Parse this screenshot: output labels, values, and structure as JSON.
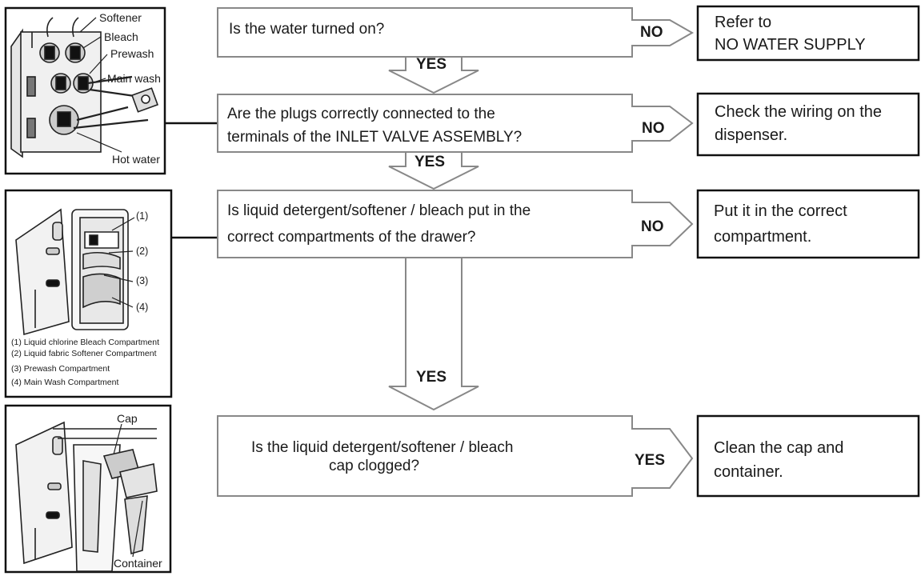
{
  "illustrations": {
    "valves": {
      "callouts": [
        "Softener",
        "Bleach",
        "Prewash",
        "Main wash",
        "Hot water"
      ]
    },
    "drawer": {
      "numbers": [
        "(1)",
        "(2)",
        "(3)",
        "(4)"
      ],
      "legend": [
        "(1) Liquid chlorine Bleach Compartment",
        "(2) Liquid fabric Softener Compartment",
        "(3) Prewash Compartment",
        "(4) Main Wash Compartment"
      ]
    },
    "cap": {
      "callouts": [
        "Cap",
        "Container"
      ]
    }
  },
  "steps": [
    {
      "question": [
        "Is the water turned on?"
      ],
      "branch": "NO",
      "result": [
        "Refer to",
        "NO WATER SUPPLY"
      ],
      "next": "YES"
    },
    {
      "question": [
        "Are the plugs correctly connected to the",
        "terminals of the INLET VALVE ASSEMBLY?"
      ],
      "branch": "NO",
      "result": [
        "Check the wiring on the",
        "dispenser."
      ],
      "next": "YES"
    },
    {
      "question": [
        "Is liquid detergent/softener / bleach put in the",
        "correct compartments of the drawer?"
      ],
      "branch": "NO",
      "result": [
        "Put it in the correct",
        "compartment."
      ],
      "next": "YES"
    },
    {
      "question": [
        "Is the liquid  detergent/softener / bleach",
        "cap clogged?"
      ],
      "branch": "YES",
      "result": [
        "Clean the cap and",
        "container."
      ]
    }
  ]
}
